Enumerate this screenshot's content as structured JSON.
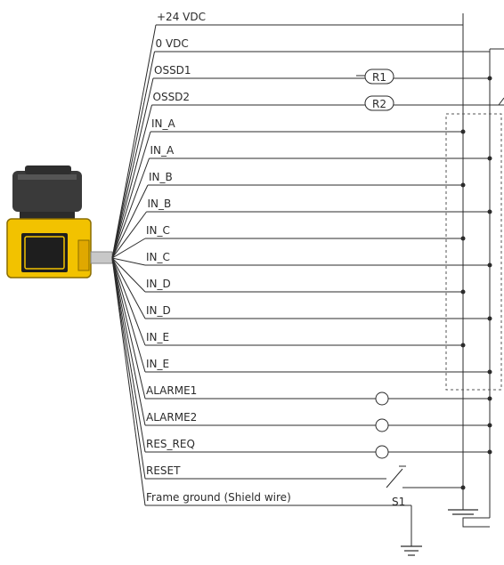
{
  "wires": [
    {
      "label": "+24 VDC"
    },
    {
      "label": "0 VDC"
    },
    {
      "label": "OSSD1"
    },
    {
      "label": "OSSD2"
    },
    {
      "label": "IN_A"
    },
    {
      "label": "IN_A"
    },
    {
      "label": "IN_B"
    },
    {
      "label": "IN_B"
    },
    {
      "label": "IN_C"
    },
    {
      "label": "IN_C"
    },
    {
      "label": "IN_D"
    },
    {
      "label": "IN_D"
    },
    {
      "label": "IN_E"
    },
    {
      "label": "IN_E"
    },
    {
      "label": "ALARME1"
    },
    {
      "label": "ALARME2"
    },
    {
      "label": "RES_REQ"
    },
    {
      "label": "RESET"
    },
    {
      "label": "Frame ground (Shield wire)"
    }
  ],
  "components": {
    "r1": "R1",
    "r2": "R2",
    "s1": "S1"
  },
  "colors": {
    "wire": "#2b2b2b",
    "device_yellow": "#f2c200",
    "device_dark": "#3a3a3a"
  }
}
